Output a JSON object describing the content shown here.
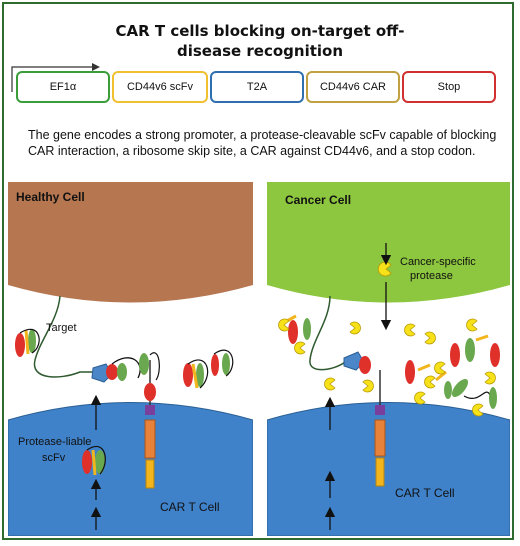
{
  "title": {
    "line1": "CAR T cells blocking on-target off-",
    "line2": "disease recognition"
  },
  "gene_construct": {
    "segments": [
      {
        "label": "EF1α",
        "color": "#3a9d3a"
      },
      {
        "label": "CD44v6 scFv",
        "color": "#f0c030"
      },
      {
        "label": "T2A",
        "color": "#2f6fb0"
      },
      {
        "label": "CD44v6 CAR",
        "color": "#c0a040"
      },
      {
        "label": "Stop",
        "color": "#d03030"
      }
    ]
  },
  "description": "The gene encodes a strong promoter, a protease-cleavable scFv capable of blocking CAR interaction, a ribosome skip site, a CAR against CD44v6, and a stop codon.",
  "panels": {
    "healthy": {
      "title": "Healthy Cell",
      "color": "#b57650",
      "target_label": "Target",
      "scfv_label_1": "Protease-liable",
      "scfv_label_2": "scFv",
      "cart_label": "CAR T Cell"
    },
    "cancer": {
      "title": "Cancer Cell",
      "color": "#8dc63f",
      "protease_label_1": "Cancer-specific",
      "protease_label_2": "protease",
      "cart_label": "CAR T Cell"
    }
  },
  "colors": {
    "tcell_blue": "#3f82c9",
    "scfv_red": "#e0302a",
    "scfv_green": "#6aa84f",
    "linker_yellow": "#f2b51c",
    "protease_yellow": "#f7e21a",
    "car_orange": "#e8823a",
    "car_purple": "#7a3f9d"
  }
}
